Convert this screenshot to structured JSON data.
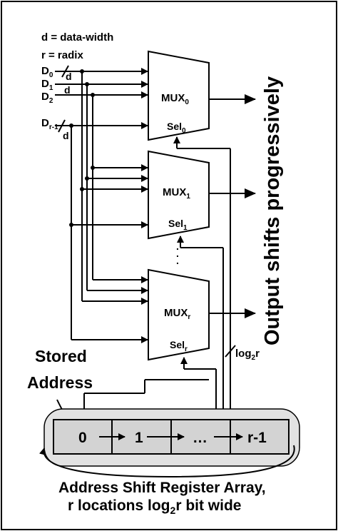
{
  "legend": {
    "d_def": "d = data-width",
    "r_def": "r = radix"
  },
  "inputs": [
    {
      "base": "D",
      "sub": "0"
    },
    {
      "base": "D",
      "sub": "1"
    },
    {
      "base": "D",
      "sub": "2"
    },
    {
      "base": "D",
      "sub": "r-1"
    }
  ],
  "bus_width_label": "d",
  "muxes": [
    {
      "base": "MUX",
      "sub": "0",
      "sel_base": "Sel",
      "sel_sub": "0"
    },
    {
      "base": "MUX",
      "sub": "1",
      "sel_base": "Sel",
      "sel_sub": "1"
    },
    {
      "base": "MUX",
      "sub": "r",
      "sel_base": "Sel",
      "sel_sub": "r"
    }
  ],
  "vertical_dots": ". . .",
  "output_label": "Output shifts progressively",
  "select_width": {
    "base": "log",
    "sub": "2",
    "rest": "r"
  },
  "stored_address": [
    "Stored",
    "Address"
  ],
  "register": {
    "cells": [
      "0",
      "1",
      "…",
      "r-1"
    ]
  },
  "caption": {
    "line1": "Address Shift Register Array,",
    "line2_a": "r locations log",
    "line2_sub": "2",
    "line2_b": "r bit wide"
  }
}
